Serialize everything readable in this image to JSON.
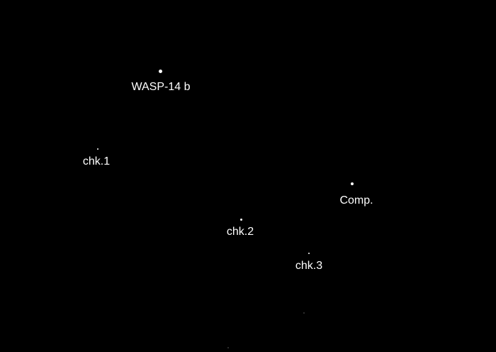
{
  "colors": {
    "background": "#000000",
    "star": "#ffffff",
    "label": "#ffffff"
  },
  "stars": [
    {
      "label": "WASP-14 b"
    },
    {
      "label": "chk.1"
    },
    {
      "label": "Comp."
    },
    {
      "label": "chk.2"
    },
    {
      "label": "chk.3"
    }
  ]
}
